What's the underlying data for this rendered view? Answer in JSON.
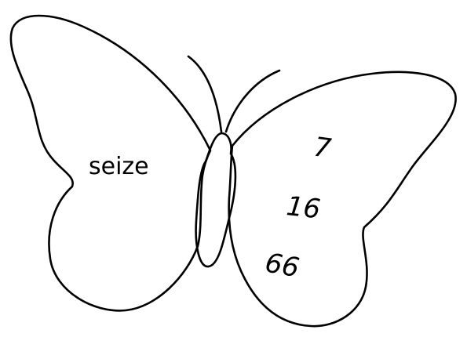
{
  "left_wing": {
    "word": "seize"
  },
  "right_wing": {
    "numbers": [
      "7",
      "16",
      "66"
    ]
  },
  "colors": {
    "outline": "#000000",
    "background": "#ffffff"
  }
}
